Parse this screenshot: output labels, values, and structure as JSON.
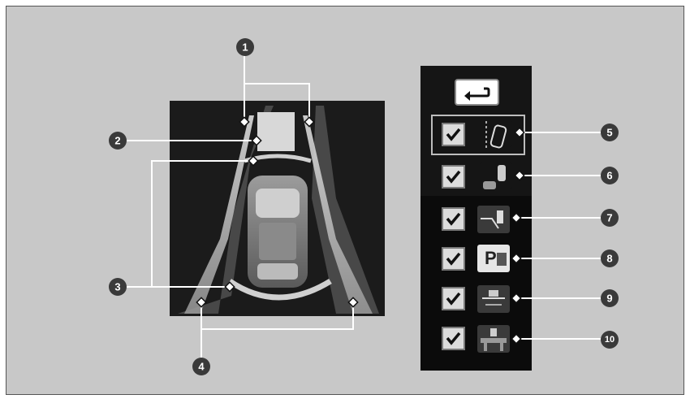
{
  "callouts": {
    "c1": "1",
    "c2": "2",
    "c3": "3",
    "c4": "4",
    "c5": "5",
    "c6": "6",
    "c7": "7",
    "c8": "8",
    "c9": "9",
    "c10": "10"
  },
  "panel": {
    "feature_icons": [
      "back-arrow",
      "parking-sensor",
      "rear-cross-traffic",
      "cross-traffic",
      "parking",
      "lane-change",
      "pedestrian"
    ],
    "checkbox_states": [
      true,
      true,
      true,
      true,
      true,
      true
    ]
  },
  "colors": {
    "background": "#c8c8c8",
    "camera_bg": "#1b1b1b",
    "panel_bg": "#151515",
    "callout_circle": "#3a3a3a"
  }
}
